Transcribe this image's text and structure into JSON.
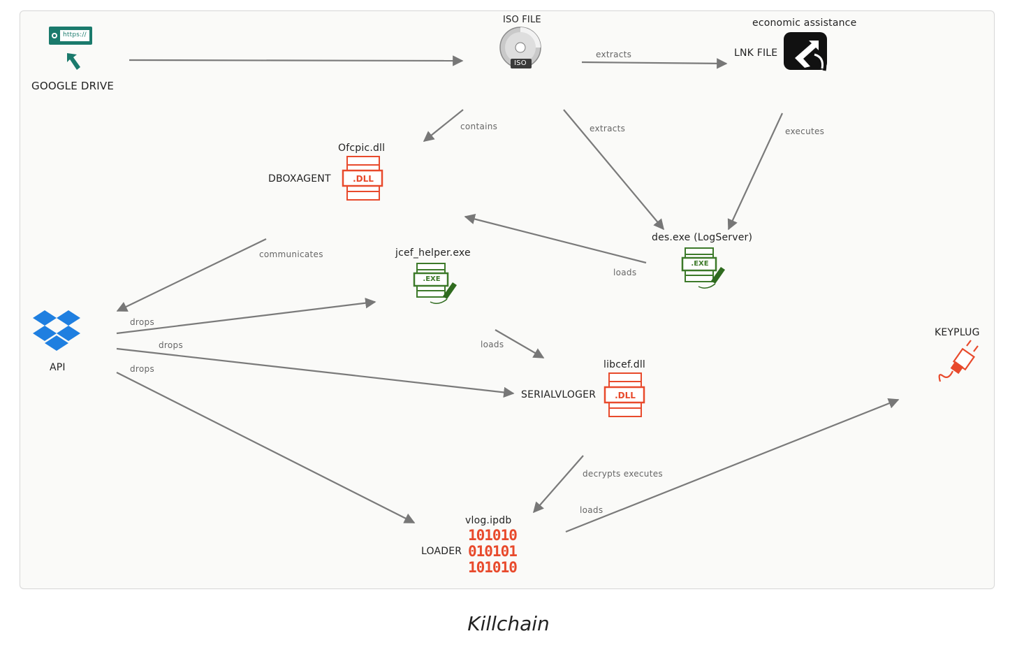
{
  "nodes": {
    "google_drive": {
      "label": "GOOGLE DRIVE",
      "url_text": "https://"
    },
    "iso_file": {
      "label": "ISO FILE",
      "disc_text": "ISO"
    },
    "lnk_file": {
      "label": "LNK FILE",
      "title": "economic assistance"
    },
    "ofcpic_dll": {
      "filename": "Ofcpic.dll",
      "label": "DBOXAGENT",
      "ext": ".DLL"
    },
    "des_exe": {
      "filename": "des.exe (LogServer)",
      "ext": ".EXE"
    },
    "jcef_helper": {
      "filename": "jcef_helper.exe",
      "ext": ".EXE"
    },
    "api": {
      "label": "API"
    },
    "libcef_dll": {
      "filename": "libcef.dll",
      "label": "SERIALVLOGER",
      "ext": ".DLL"
    },
    "vlog_ipdb": {
      "filename": "vlog.ipdb",
      "label": "LOADER",
      "binary": [
        "101010",
        "010101",
        "101010"
      ]
    },
    "keyplug": {
      "label": "KEYPLUG"
    }
  },
  "edges": {
    "iso_extracts_lnk": "extracts",
    "iso_contains_dll": "contains",
    "iso_extracts_des": "extracts",
    "lnk_executes_des": "executes",
    "dll_communicates_api": "communicates",
    "des_loads_dll": "loads",
    "api_drops_jcef": "drops",
    "api_drops_libcef": "drops",
    "api_drops_vlog": "drops",
    "jcef_loads_libcef": "loads",
    "libcef_decrypts": "decrypts executes",
    "vlog_loads_keyplug": "loads"
  },
  "caption": "Killchain",
  "colors": {
    "arrow": "#777777",
    "dll_red": "#e84a2c",
    "exe_green": "#3d7a2a",
    "drive_teal": "#1a7a6c",
    "dropbox_blue": "#1f7fe0"
  }
}
